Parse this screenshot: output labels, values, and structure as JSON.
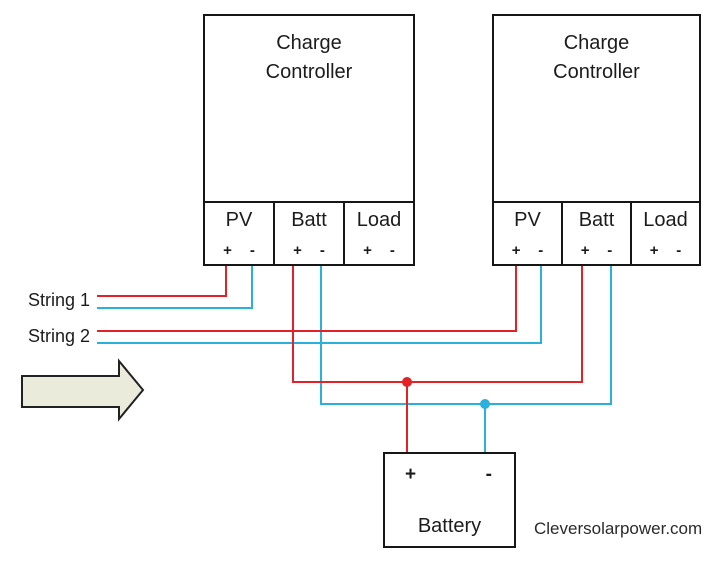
{
  "colors": {
    "positive_wire": "#e32227",
    "negative_wire": "#29b0dc",
    "arrow_fill": "#eaebdb",
    "box_outline": "#161616"
  },
  "icons": {
    "arrow": "right-arrow"
  },
  "controllers": [
    {
      "title": "Charge Controller",
      "sections": [
        {
          "label": "PV"
        },
        {
          "label": "Batt"
        },
        {
          "label": "Load"
        }
      ]
    },
    {
      "title": "Charge Controller",
      "sections": [
        {
          "label": "PV"
        },
        {
          "label": "Batt"
        },
        {
          "label": "Load"
        }
      ]
    }
  ],
  "terminal_signs": {
    "plus": "+",
    "minus": "-"
  },
  "strings": [
    {
      "label": "String 1"
    },
    {
      "label": "String 2"
    }
  ],
  "battery": {
    "plus": "+",
    "minus": "-",
    "label": "Battery"
  },
  "watermark": "Cleversolarpower.com"
}
